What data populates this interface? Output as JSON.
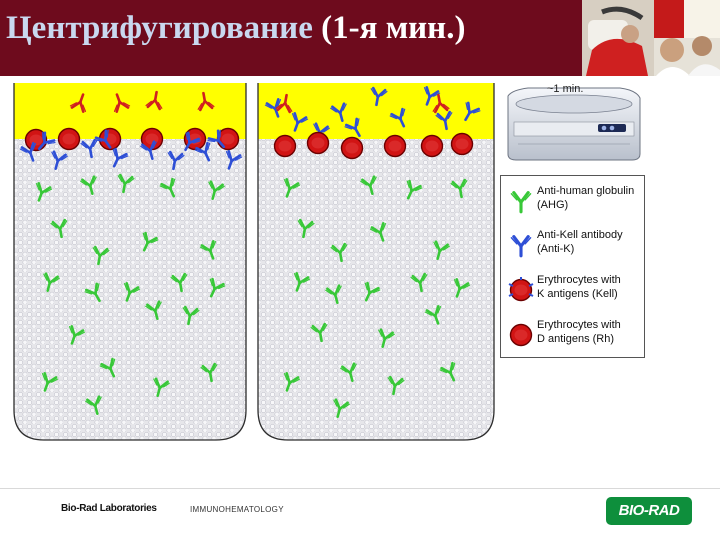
{
  "header": {
    "title_main": "Центрифугирование",
    "title_rest": " (1-я мин.)",
    "background_color": "#6e0b1d"
  },
  "centrifuge": {
    "label": "~1 min."
  },
  "legend": {
    "items": [
      {
        "line1": "Anti-human globulin",
        "line2": "(AHG)",
        "icon": "green-antibody-icon"
      },
      {
        "line1": "Anti-Kell antibody",
        "line2": "(Anti-K)",
        "icon": "blue-antibody-icon"
      },
      {
        "line1": "Erythrocytes with",
        "line2": "K antigens (Kell)",
        "icon": "red-cell-blue-antigen-icon"
      },
      {
        "line1": "Erythrocytes with",
        "line2": "D antigens (Rh)",
        "icon": "red-cell-icon"
      }
    ]
  },
  "colors": {
    "supernatant": "#ffff00",
    "gel": "#e8e8ec",
    "ahg": "#38c838",
    "anti_k": "#2e4fd6",
    "erythrocyte": "#d11414"
  },
  "footer": {
    "left": "Bio-Rad Laboratories",
    "middle": "IMMUNOHEMATOLOGY",
    "logo": "BIO-RAD",
    "logo_color": "#0e8f3c"
  }
}
